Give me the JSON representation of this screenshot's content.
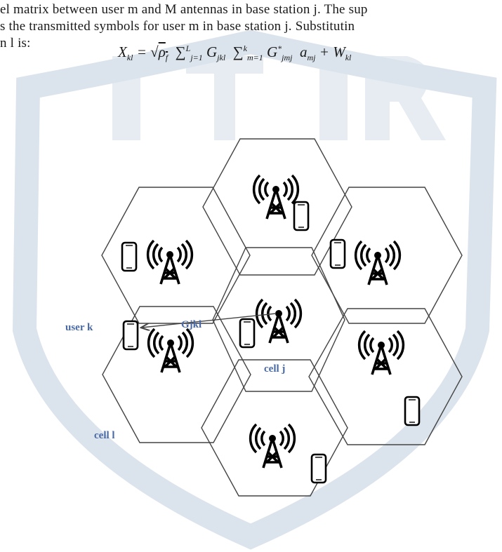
{
  "text": {
    "line1": "el matrix between user m and M antennas in base station j. The sup",
    "line2": "s the transmitted symbols for user m in base station j. Substitutin",
    "line3": "n l is:"
  },
  "equation": {
    "lhs": "X",
    "lhs_sub": "kl",
    "sqrt_arg": "ρ",
    "sqrt_sub": "f",
    "sum1_sub": "j=1",
    "sum1_sup": "L",
    "g1": "G",
    "g1_sub": "jkl",
    "sum2_sub": "m=1",
    "sum2_sup": "k",
    "g2": "G",
    "g2_sup": "*",
    "g2_sub": "jmj",
    "a": "a",
    "a_sub": "mj",
    "w": "W",
    "w_sub": "kl"
  },
  "figure": {
    "labels": {
      "user": "user k",
      "channel": "Gjkl",
      "cell_j": "cell j",
      "cell_l": "cell l"
    },
    "colors": {
      "hex_stroke": "#444444",
      "label": "#4a6aa6",
      "watermark": "#dbe4ec"
    }
  }
}
